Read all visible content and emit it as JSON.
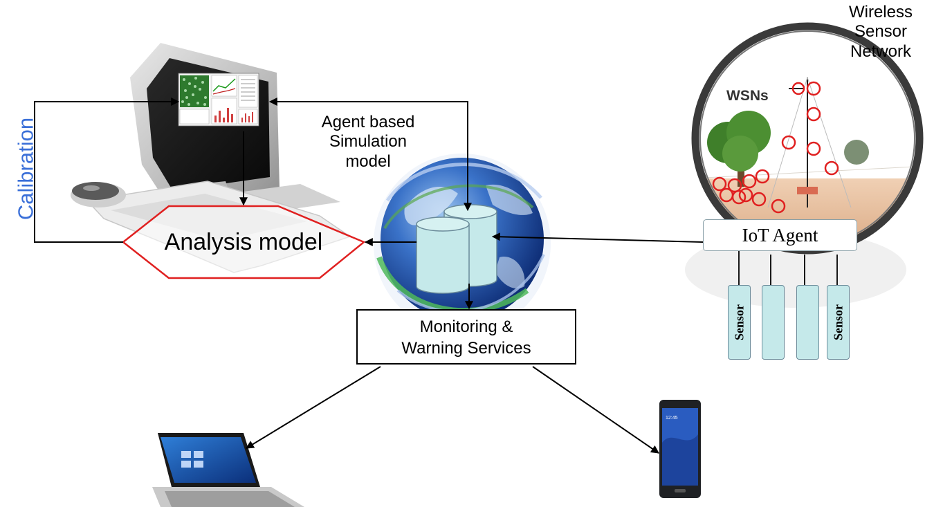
{
  "wsn": {
    "title_lines": [
      "Wireless",
      "Sensor",
      "Network"
    ],
    "badge": "WSNs"
  },
  "abm": {
    "label_lines": [
      "Agent based",
      "Simulation",
      "model"
    ]
  },
  "calibration": {
    "label": "Calibration",
    "color": "#3a6fd8"
  },
  "analysis": {
    "label": "Analysis model",
    "border_color": "#e02020"
  },
  "services": {
    "label_lines": [
      "Monitoring &",
      "Warning Services"
    ]
  },
  "iot": {
    "label": "IoT Agent"
  },
  "sensors": [
    {
      "label": "Sensor"
    },
    {
      "label": ""
    },
    {
      "label": ""
    },
    {
      "label": "Sensor"
    }
  ],
  "colors": {
    "db_fill": "#c5e9ea",
    "globe": "#2c5fb8",
    "arrow": "#000000"
  },
  "icons": {
    "computer": "desktop-computer-icon",
    "globe": "globe-icon",
    "database": "database-cylinders-icon",
    "laptop": "laptop-icon",
    "phone": "smartphone-icon",
    "wsn": "wsn-lens-icon"
  }
}
